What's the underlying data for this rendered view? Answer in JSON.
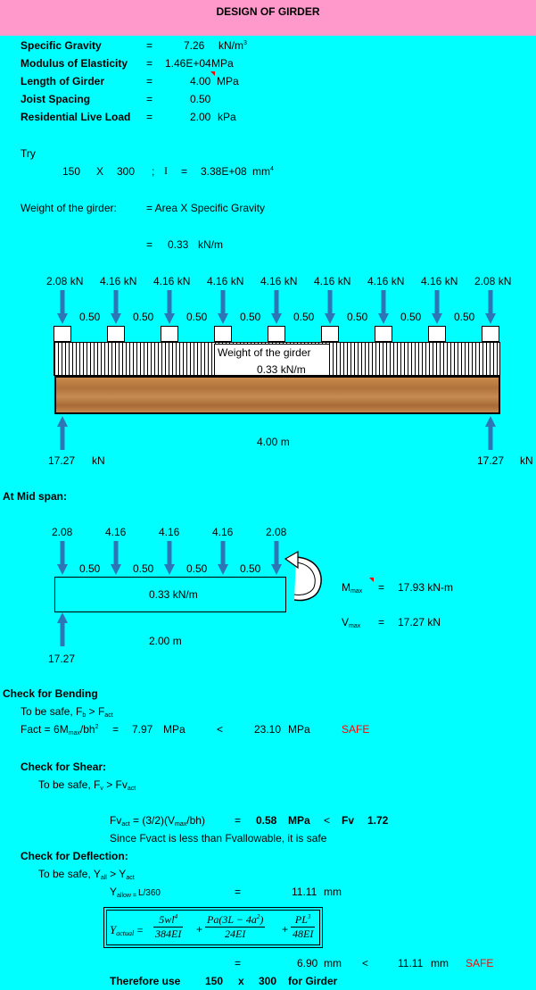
{
  "title": "DESIGN OF GIRDER",
  "properties": [
    {
      "label": "Specific Gravity",
      "eq": "=",
      "value": "7.26",
      "unit": "kN/m",
      "unit_sup": "3"
    },
    {
      "label": "Modulus of Elasticity",
      "eq": "=",
      "value": "1.46E+04",
      "unit": "MPa",
      "unit_sup": ""
    },
    {
      "label": "Length of Girder",
      "eq": "=",
      "value": "4.00",
      "unit": "MPa",
      "unit_sup": ""
    },
    {
      "label": "Joist Spacing",
      "eq": "=",
      "value": "0.50",
      "unit": "",
      "unit_sup": ""
    },
    {
      "label": "Residential Live Load",
      "eq": "=",
      "value": "2.00",
      "unit": "kPa",
      "unit_sup": ""
    }
  ],
  "try": {
    "label": "Try",
    "b": "150",
    "x": "X",
    "h": "300",
    "sep": ";",
    "i_label": "I",
    "eq": "=",
    "i_value": "3.38E+08",
    "i_unit": "mm",
    "i_unit_sup": "4"
  },
  "weight": {
    "label": "Weight of the girder:",
    "formula": "= Area X Specific Gravity",
    "eq": "=",
    "value": "0.33",
    "unit": "kN/m"
  },
  "diagram1": {
    "loads": [
      "2.08 kN",
      "4.16 kN",
      "4.16 kN",
      "4.16 kN",
      "4.16 kN",
      "4.16 kN",
      "4.16 kN",
      "4.16 kN",
      "2.08 kN"
    ],
    "spacings": [
      "0.50",
      "0.50",
      "0.50",
      "0.50",
      "0.50",
      "0.50",
      "0.50",
      "0.50"
    ],
    "udl_label": "Weight of the girder",
    "udl_value": "0.33 kN/m",
    "length": "4.00 m",
    "left_reaction": "17.27",
    "left_reaction_unit": "kN",
    "right_reaction": "17.27",
    "right_reaction_unit": "kN"
  },
  "midspan": {
    "heading": "At Mid span:",
    "loads": [
      "2.08",
      "4.16",
      "4.16",
      "4.16",
      "2.08"
    ],
    "spacings": [
      "0.50",
      "0.50",
      "0.50",
      "0.50"
    ],
    "udl": "0.33 kN/m",
    "length": "2.00 m",
    "reaction": "17.27",
    "mmax_label": "M",
    "mmax_sub": "max",
    "mmax_eq": "=",
    "mmax_value": "17.93 kN-m",
    "vmax_label": "V",
    "vmax_sub": "max",
    "vmax_eq": "=",
    "vmax_value": "17.27 kN"
  },
  "bending": {
    "heading": "Check for Bending",
    "cond_a": "To be safe, F",
    "cond_a_sub": "b",
    "cond_b": " > F",
    "cond_b_sub": "act",
    "fact_a": "Fact = 6M",
    "fact_sub": "max",
    "fact_b": "/bh",
    "fact_sup": "2",
    "eq": "=",
    "value": "7.97",
    "unit": "MPa",
    "lt": "<",
    "allow": "23.10",
    "allow_unit": "MPa",
    "status": "SAFE"
  },
  "shear": {
    "heading": "Check for Shear:",
    "cond_a": "To be safe, F",
    "cond_a_sub": "v",
    "cond_b": " > Fv",
    "cond_b_sub": "act",
    "fv_a": "Fv",
    "fv_sub": "act",
    "fv_b": " = (3/2)(V",
    "fv_sub2": "max",
    "fv_c": "/bh)",
    "eq": "=",
    "value": "0.58",
    "unit": "MPa",
    "lt": "<",
    "fv_label": "Fv",
    "fv_value": "1.72",
    "note": "Since Fvact is less than Fvallowable, it is safe"
  },
  "deflection": {
    "heading": "Check for Deflection:",
    "cond_a": "To be safe, Y",
    "cond_a_sub": "all",
    "cond_b": " > Y",
    "cond_b_sub": "act",
    "yallow_a": "Y",
    "yallow_sub": "allow = ",
    "yallow_b": "L/360",
    "yallow_eq": "=",
    "yallow_value": "11.11",
    "yallow_unit": "mm",
    "formula_lhs": "Y",
    "formula_lhs_sub": "actual",
    "f1_num": "5wl",
    "f1_num_sup": "4",
    "f1_den": "384EI",
    "f2_num": "Pa(3L − 4a",
    "f2_num_sup": "2",
    "f2_num_end": ")",
    "f2_den": "24EI",
    "f3_num": "PL",
    "f3_num_sup": "3",
    "f3_den": "48EI",
    "eq": "=",
    "value": "6.90",
    "unit": "mm",
    "lt": "<",
    "allow": "11.11",
    "allow_unit": "mm",
    "status": "SAFE"
  },
  "conclusion": {
    "label": "Therefore use",
    "b": "150",
    "x": "x",
    "h": "300",
    "suffix": "for Girder"
  }
}
